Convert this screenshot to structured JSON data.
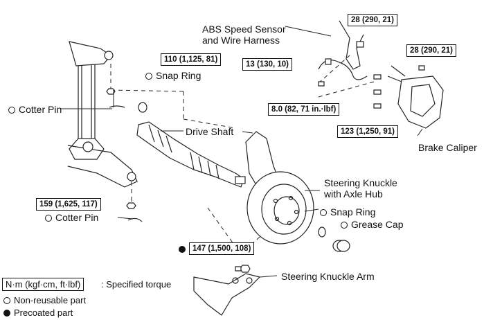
{
  "labels": {
    "abs_sensor_line1": "ABS Speed Sensor",
    "abs_sensor_line2": "and Wire Harness",
    "snap_ring_top": "Snap Ring",
    "cotter_pin_top": "Cotter Pin",
    "drive_shaft": "Drive Shaft",
    "brake_caliper": "Brake Caliper",
    "steering_knuckle_line1": "Steering Knuckle",
    "steering_knuckle_line2": "with Axle Hub",
    "snap_ring_bottom": "Snap Ring",
    "grease_cap": "Grease Cap",
    "cotter_pin_bottom": "Cotter Pin",
    "steering_knuckle_arm": "Steering Knuckle Arm"
  },
  "torques": {
    "t_sensor_bracket": "28 (290, 21)",
    "t_caliper_upper": "28 (290, 21)",
    "t_ball_joint_upper": "110 (1,125, 81)",
    "t_sensor_13": "13 (130, 10)",
    "t_sensor_8": "8.0 (82, 71 in.·lbf)",
    "t_caliper_bolt": "123 (1,250, 91)",
    "t_lower_ball_joint": "159 (1,625, 117)",
    "t_axle_nut": "147 (1,500, 108)"
  },
  "legend": {
    "units_box": "N·m (kgf·cm, ft·lbf)",
    "units_desc": ": Specified torque",
    "non_reusable": "Non-reusable part",
    "precoated": "Precoated part"
  }
}
